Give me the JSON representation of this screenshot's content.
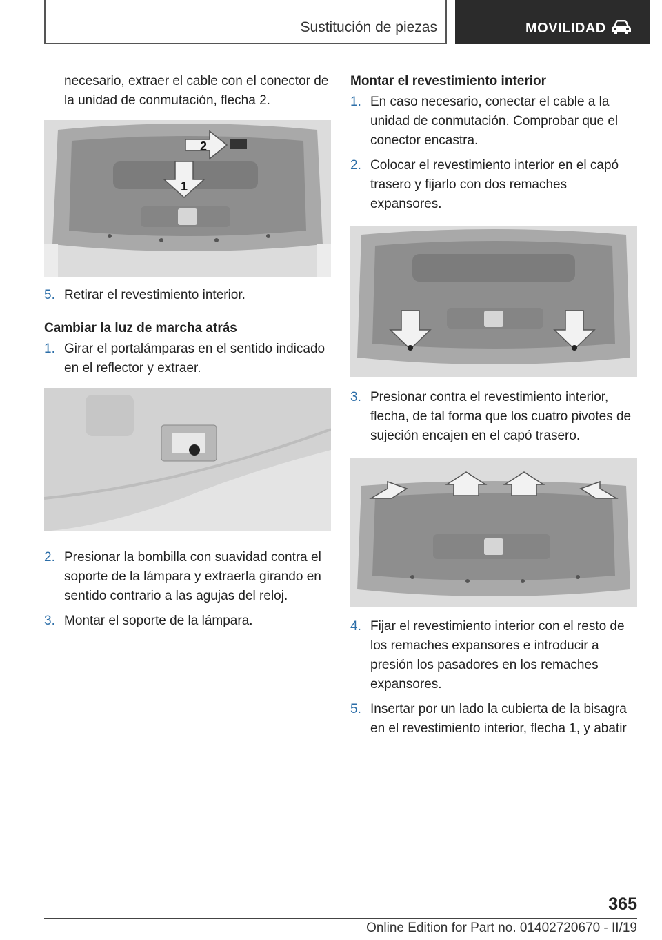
{
  "header": {
    "section_title": "Sustitución de piezas",
    "chapter": "MOVILIDAD",
    "chapter_icon": "car-icon"
  },
  "left": {
    "intro": "necesario, extraer el cable con el conector de la unidad de conmutación, flecha 2.",
    "fig1_labels": [
      "2",
      "1"
    ],
    "step5": {
      "num": "5.",
      "text": "Retirar el revestimiento interior."
    },
    "heading": "Cambiar la luz de marcha atrás",
    "steps": [
      {
        "num": "1.",
        "text": "Girar el portalámparas en el sentido indicado en el reflector y extraer."
      },
      {
        "num": "2.",
        "text": "Presionar la bombilla con suavidad contra el soporte de la lámpara y extraerla girando en sentido contrario a las agujas del reloj."
      },
      {
        "num": "3.",
        "text": "Montar el soporte de la lámpara."
      }
    ]
  },
  "right": {
    "heading": "Montar el revestimiento interior",
    "steps": [
      {
        "num": "1.",
        "text": "En caso necesario, conectar el cable a la unidad de conmutación. Comprobar que el conector encastra."
      },
      {
        "num": "2.",
        "text": "Colocar el revestimiento interior en el capó trasero y fijarlo con dos remaches expansores."
      },
      {
        "num": "3.",
        "text": "Presionar contra el revestimiento interior, flecha, de tal forma que los cuatro pivotes de sujeción encajen en el capó trasero."
      },
      {
        "num": "4.",
        "text": "Fijar el revestimiento interior con el resto de los remaches expansores e introducir a presión los pasadores en los remaches expansores."
      },
      {
        "num": "5.",
        "text": "Insertar por un lado la cubierta de la bisagra en el revestimiento interior, flecha 1, y abatir"
      }
    ]
  },
  "footer": {
    "page_number": "365",
    "edition": "Online Edition for Part no. 01402720670 - II/19"
  }
}
